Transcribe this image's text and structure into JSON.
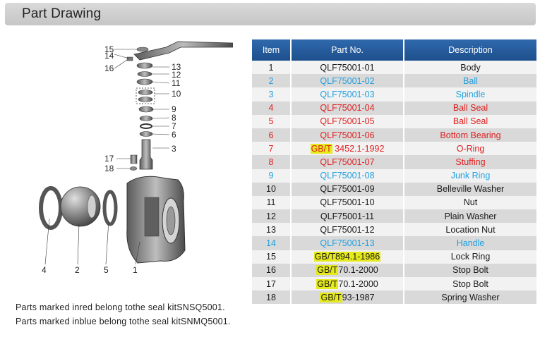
{
  "header": {
    "title": "Part Drawing"
  },
  "drawing": {
    "callouts": [
      "15",
      "14",
      "16",
      "13",
      "12",
      "11",
      "10",
      "9",
      "8",
      "7",
      "6",
      "3",
      "17",
      "18",
      "4",
      "2",
      "5",
      "1"
    ]
  },
  "table": {
    "columns": [
      "Item",
      "Part No.",
      "Description"
    ],
    "rows": [
      {
        "item": "1",
        "hl": "",
        "part": "QLF75001-01",
        "desc": "Body",
        "color": "black"
      },
      {
        "item": "2",
        "hl": "",
        "part": "QLF75001-02",
        "desc": "Ball",
        "color": "blue"
      },
      {
        "item": "3",
        "hl": "",
        "part": "QLF75001-03",
        "desc": "Spindle",
        "color": "blue"
      },
      {
        "item": "4",
        "hl": "",
        "part": "QLF75001-04",
        "desc": "Ball Seal",
        "color": "red"
      },
      {
        "item": "5",
        "hl": "",
        "part": "QLF75001-05",
        "desc": "Ball Seal",
        "color": "red"
      },
      {
        "item": "6",
        "hl": "",
        "part": "QLF75001-06",
        "desc": "Bottom Bearing",
        "color": "red"
      },
      {
        "item": "7",
        "hl": "GB/T",
        "part": " 3452.1-1992",
        "desc": "O-Ring",
        "color": "red"
      },
      {
        "item": "8",
        "hl": "",
        "part": "QLF75001-07",
        "desc": "Stuffing",
        "color": "red"
      },
      {
        "item": "9",
        "hl": "",
        "part": "QLF75001-08",
        "desc": "Junk Ring",
        "color": "blue"
      },
      {
        "item": "10",
        "hl": "",
        "part": "QLF75001-09",
        "desc": "Belleville Washer",
        "color": "black"
      },
      {
        "item": "11",
        "hl": "",
        "part": "QLF75001-10",
        "desc": "Nut",
        "color": "black"
      },
      {
        "item": "12",
        "hl": "",
        "part": "QLF75001-11",
        "desc": "Plain Washer",
        "color": "black"
      },
      {
        "item": "13",
        "hl": "",
        "part": "QLF75001-12",
        "desc": "Location Nut",
        "color": "black"
      },
      {
        "item": "14",
        "hl": "",
        "part": "QLF75001-13",
        "desc": "Handle",
        "color": "blue"
      },
      {
        "item": "15",
        "hl": "GB/T894.1-1986",
        "part": "",
        "desc": "Lock Ring",
        "color": "black"
      },
      {
        "item": "16",
        "hl": "GB/T",
        "part": "70.1-2000",
        "desc": "Stop Bolt",
        "color": "black"
      },
      {
        "item": "17",
        "hl": "GB/T",
        "part": "70.1-2000",
        "desc": "Stop Bolt",
        "color": "black"
      },
      {
        "item": "18",
        "hl": "GB/T",
        "part": "93-1987",
        "desc": "Spring Washer",
        "color": "black"
      }
    ]
  },
  "notes": [
    "Parts marked inred  belong tothe seal kitSNSQ5001.",
    "Parts marked inblue  belong tothe seal kitSNMQ5001."
  ],
  "colors": {
    "header_blue": "#2a5fa0",
    "red": "#e02020",
    "blue": "#1fa0e0",
    "highlight": "#e6ea1a"
  }
}
